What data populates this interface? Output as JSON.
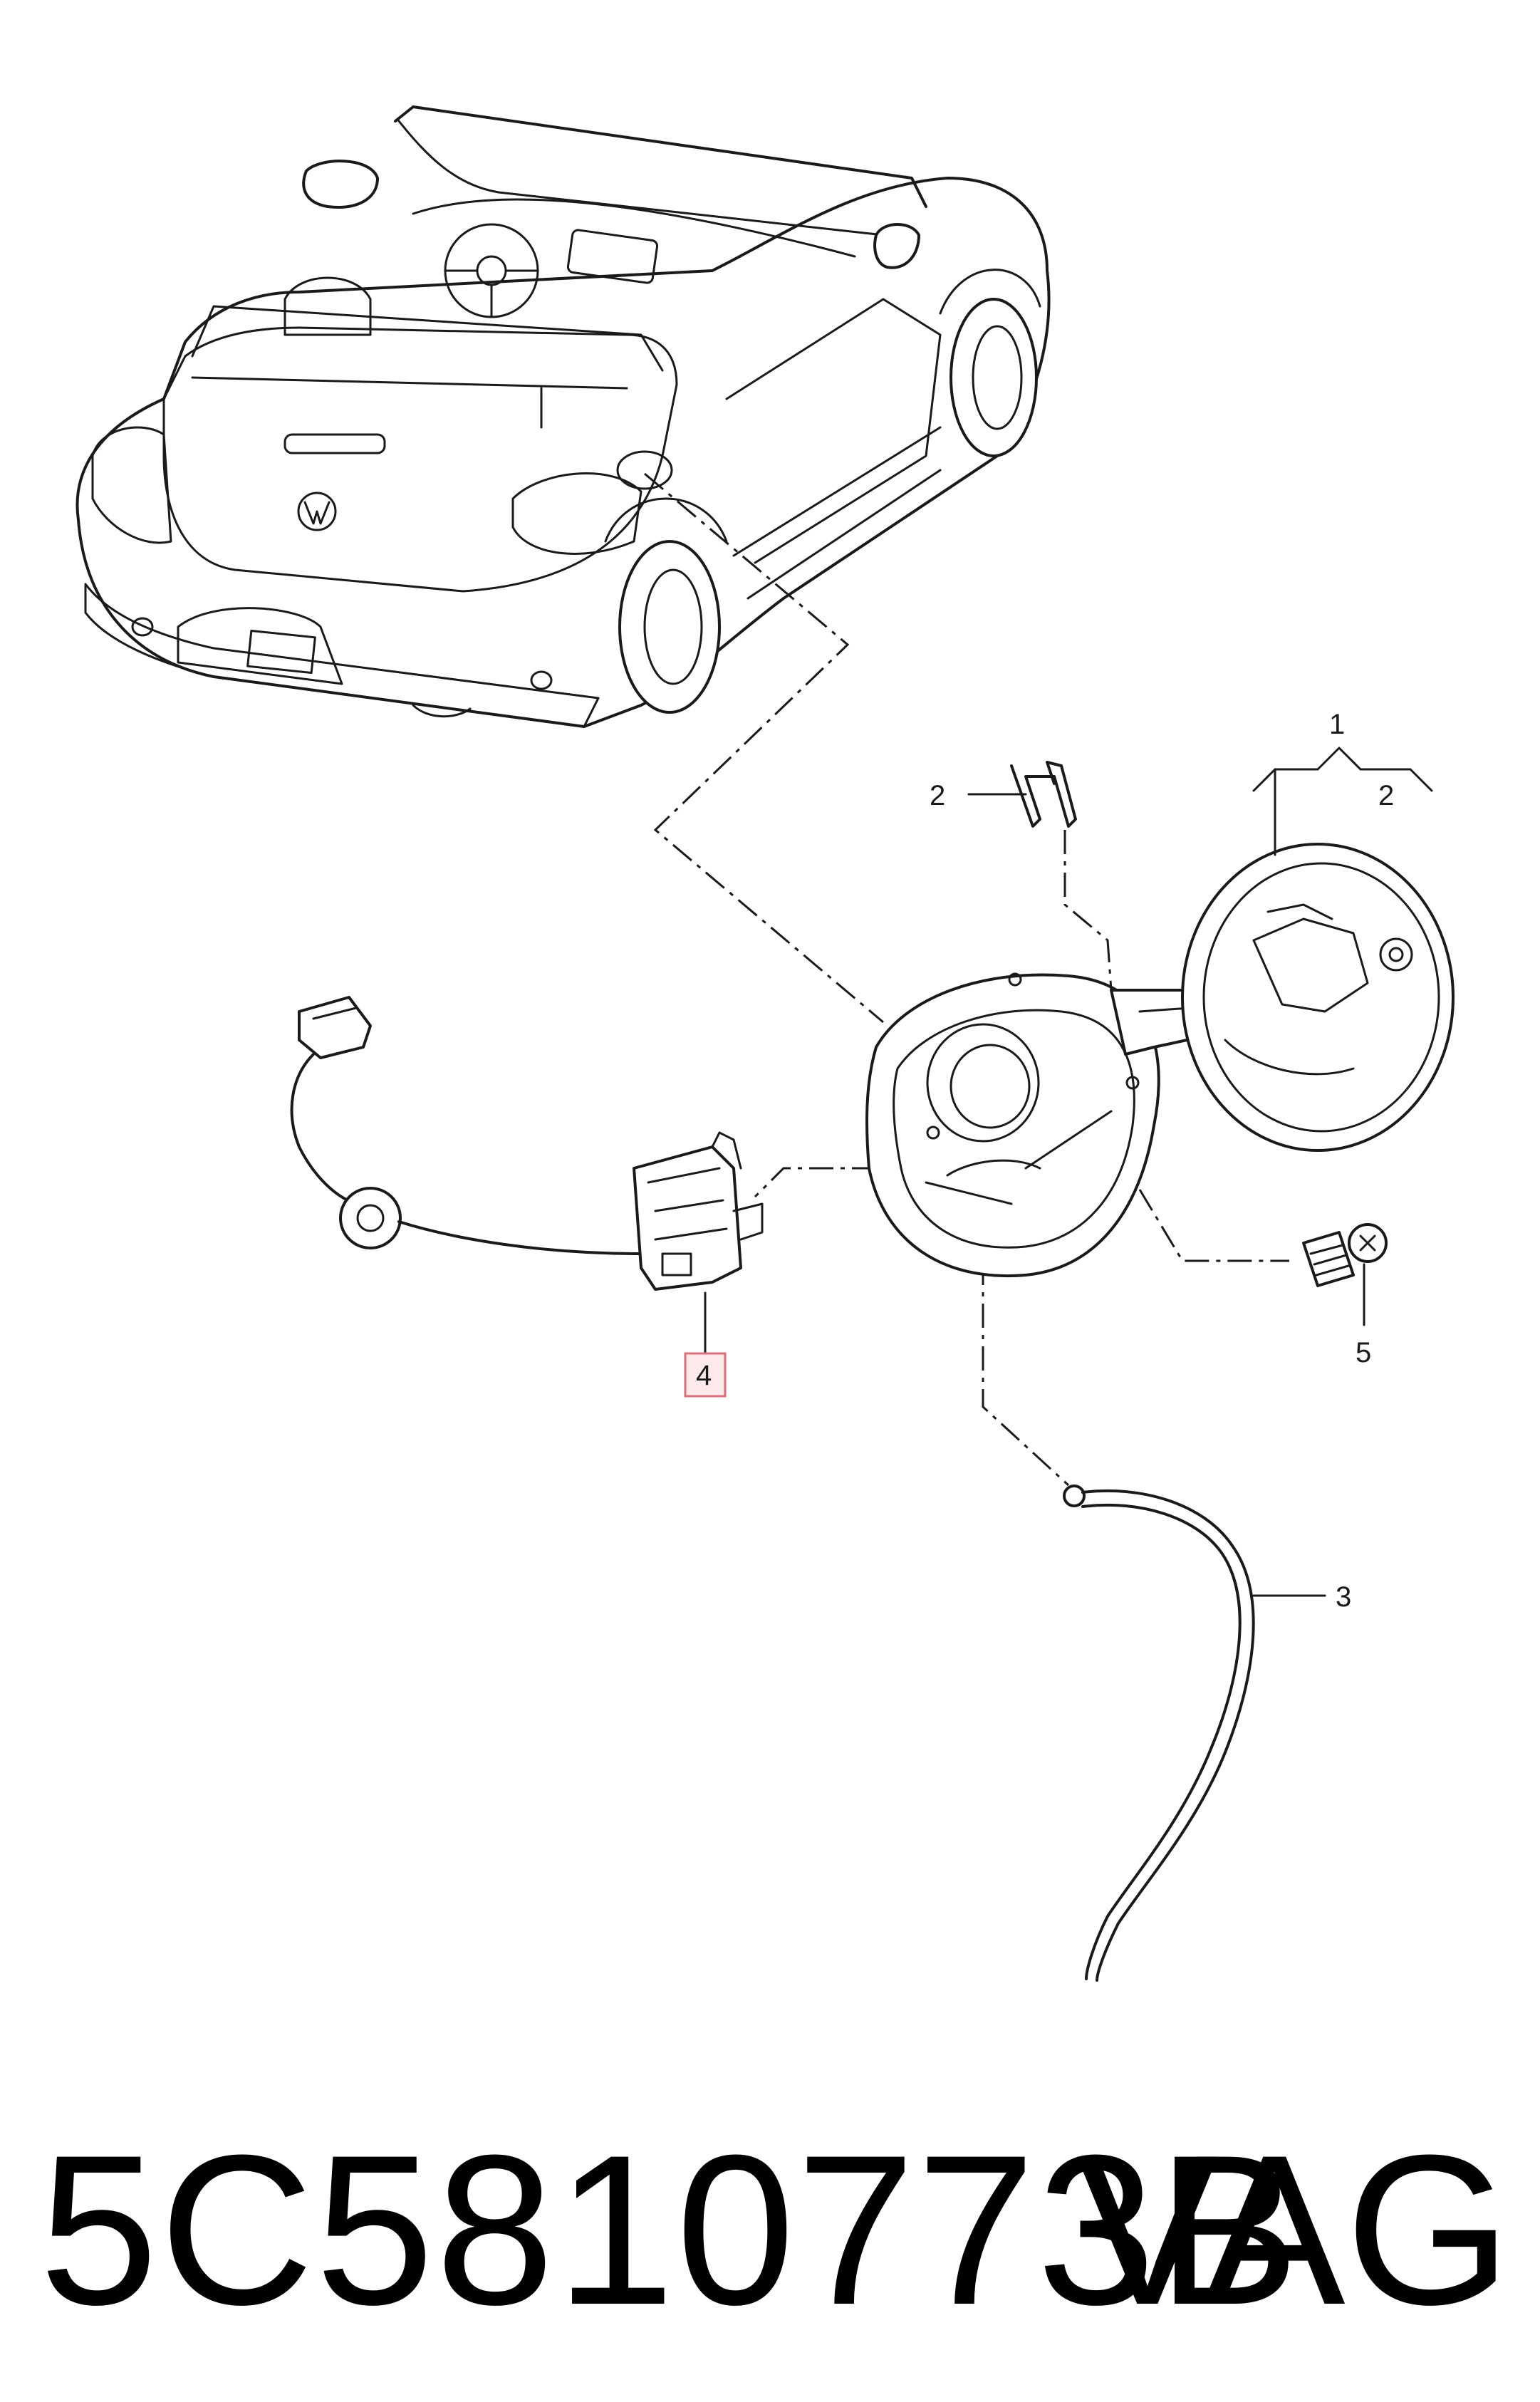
{
  "callouts": [
    {
      "id": "c1",
      "label": "1"
    },
    {
      "id": "c2a",
      "label": "2"
    },
    {
      "id": "c2b",
      "label": "2"
    },
    {
      "id": "c3",
      "label": "3"
    },
    {
      "id": "c4",
      "label": "4",
      "highlighted": true
    },
    {
      "id": "c5",
      "label": "5"
    }
  ],
  "footer": {
    "part_number": "5C5810773B",
    "brand": "VAG"
  },
  "colors": {
    "line": "#1a1a1a",
    "highlight_fill": "#fde8ea",
    "highlight_stroke": "#d9707d"
  }
}
